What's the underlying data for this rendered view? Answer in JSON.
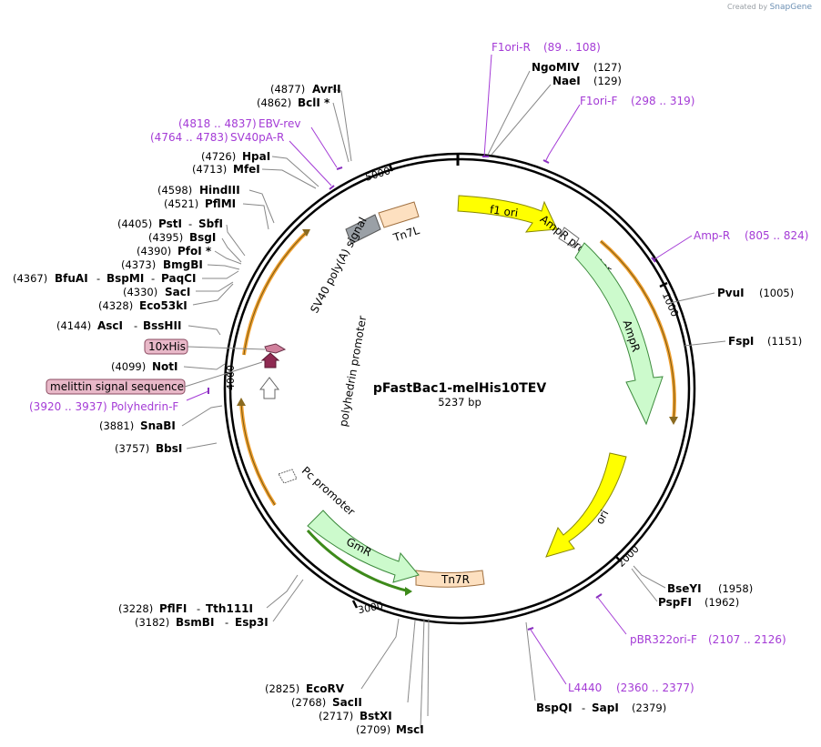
{
  "credit": {
    "created_by": "Created by",
    "brand": "SnapGene"
  },
  "plasmid": {
    "name": "pFastBac1-melHis10TEV",
    "size": "5237 bp"
  },
  "ticks": {
    "t1000": "1000",
    "t2000": "2000",
    "t3000": "3000",
    "t4000": "4000",
    "t5000": "5000"
  },
  "features": {
    "f1ori": "f1 ori",
    "ampr_promoter": "AmpR promoter",
    "ampr": "AmpR",
    "ori": "ori",
    "tn7r": "Tn7R",
    "gmr": "GmR",
    "pc_promoter": "Pc promoter",
    "polyhedrin_promoter": "polyhedrin promoter",
    "sv40_polya": "SV40 poly(A) signal",
    "tn7l": "Tn7L",
    "his10": "10xHis",
    "melittin": "melittin signal sequence"
  },
  "primers": {
    "f1ori_r": {
      "name": "F1ori-R",
      "range": "(89 .. 108)"
    },
    "f1ori_f": {
      "name": "F1ori-F",
      "range": "(298 .. 319)"
    },
    "amp_r": {
      "name": "Amp-R",
      "range": "(805 .. 824)"
    },
    "pbr322ori_f": {
      "name": "pBR322ori-F",
      "range": "(2107 .. 2126)"
    },
    "l4440": {
      "name": "L4440",
      "range": "(2360 .. 2377)"
    },
    "polyhedrin_f": {
      "name": "Polyhedrin-F",
      "range": "(3920 .. 3937)"
    },
    "sv40pa_r": {
      "name": "SV40pA-R",
      "range": "(4764 .. 4783)"
    },
    "ebv_rev": {
      "name": "EBV-rev",
      "range": "(4818 .. 4837)"
    }
  },
  "enzymes": {
    "ngomiv": {
      "name": "NgoMIV",
      "pos": "(127)"
    },
    "naei": {
      "name": "NaeI",
      "pos": "(129)"
    },
    "pvui": {
      "name": "PvuI",
      "pos": "(1005)"
    },
    "fspi": {
      "name": "FspI",
      "pos": "(1151)"
    },
    "bseyi": {
      "name": "BseYI",
      "pos": "(1958)"
    },
    "pspfi": {
      "name": "PspFI",
      "pos": "(1962)"
    },
    "bspqi": {
      "name": "BspQI",
      "sep": "-",
      "name2": "SapI",
      "pos": "(2379)"
    },
    "msci": {
      "name": "MscI",
      "pos": "(2709)"
    },
    "bstxi": {
      "name": "BstXI",
      "pos": "(2717)"
    },
    "sacii": {
      "name": "SacII",
      "pos": "(2768)"
    },
    "ecorv": {
      "name": "EcoRV",
      "pos": "(2825)"
    },
    "bsmbi": {
      "name": "BsmBI",
      "sep": "-",
      "name2": "Esp3I",
      "pos": "(3182)"
    },
    "pflfi": {
      "name": "PflFI",
      "sep": "-",
      "name2": "Tth111I",
      "pos": "(3228)"
    },
    "bbsi": {
      "name": "BbsI",
      "pos": "(3757)"
    },
    "snabi": {
      "name": "SnaBI",
      "pos": "(3881)"
    },
    "noti": {
      "name": "NotI",
      "pos": "(4099)"
    },
    "asci": {
      "name": "AscI",
      "sep": "-",
      "name2": "BssHII",
      "pos": "(4144)"
    },
    "eco53ki": {
      "name": "Eco53kI",
      "pos": "(4328)"
    },
    "saci": {
      "name": "SacI",
      "pos": "(4330)"
    },
    "bfuai": {
      "name": "BfuAI",
      "sep": "-",
      "name2": "BspMI",
      "sep2": "-",
      "name3": "PaqCI",
      "pos": "(4367)"
    },
    "bmgbi": {
      "name": "BmgBI",
      "pos": "(4373)"
    },
    "pfoi": {
      "name": "PfoI *",
      "pos": "(4390)"
    },
    "bsgi": {
      "name": "BsgI",
      "pos": "(4395)"
    },
    "psti": {
      "name": "PstI",
      "sep": "-",
      "name2": "SbfI",
      "pos": "(4405)"
    },
    "pflmi": {
      "name": "PflMI",
      "pos": "(4521)"
    },
    "hindiii": {
      "name": "HindIII",
      "pos": "(4598)"
    },
    "mfei": {
      "name": "MfeI",
      "pos": "(4713)"
    },
    "hpai": {
      "name": "HpaI",
      "pos": "(4726)"
    },
    "bcli": {
      "name": "BclI *",
      "pos": "(4862)"
    },
    "avrii": {
      "name": "AvrII",
      "pos": "(4877)"
    }
  }
}
